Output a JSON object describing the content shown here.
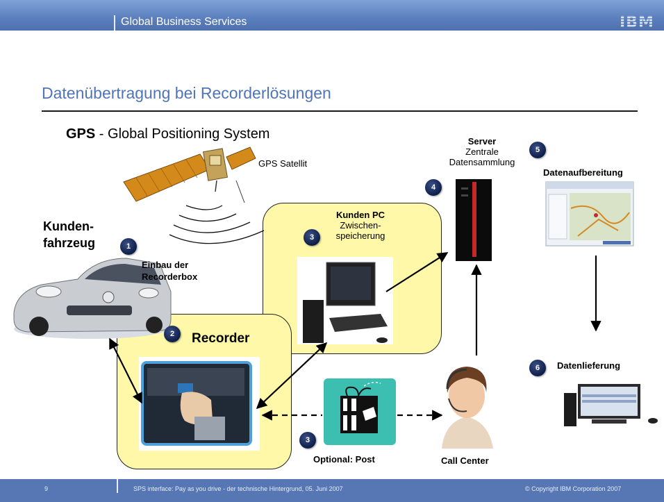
{
  "header": {
    "brand": "Global Business Services",
    "logo": "IBM"
  },
  "title": "Datenübertragung bei Recorderlösungen",
  "gps": {
    "bold": "GPS",
    "rest": " - Global Positioning System",
    "satellite_label": "GPS Satellit"
  },
  "server": {
    "title": "Server",
    "line1": "Zentrale",
    "line2": "Datensammlung"
  },
  "kunden_pc": {
    "title": "Kunden PC",
    "line1": "Zwischen-",
    "line2": "speicherung"
  },
  "vehicle": {
    "line1": "Kunden-",
    "line2": "fahrzeug"
  },
  "install": {
    "line1": "Einbau der",
    "line2": "Recorderbox"
  },
  "recorder": {
    "title": "Recorder"
  },
  "aufbereitung": {
    "title": "Datenaufbereitung"
  },
  "lieferung": {
    "title": "Datenlieferung"
  },
  "post": {
    "title": "Optional: Post"
  },
  "callcenter": {
    "title": "Call Center"
  },
  "badges": {
    "b1": "1",
    "b2": "2",
    "b3a": "3",
    "b3b": "3",
    "b4": "4",
    "b5": "5",
    "b6": "6"
  },
  "footer": {
    "page": "9",
    "center": "SPS interface:   Pay as you drive - der technische Hintergrund,   05. Juni 2007",
    "copyright": "© Copyright IBM Corporation 2007"
  },
  "colors": {
    "header": "#5b7fbd",
    "title": "#4f75b6",
    "highlight": "#fff8a8",
    "badge": "#0d1e4a",
    "footer": "#5777b4"
  }
}
